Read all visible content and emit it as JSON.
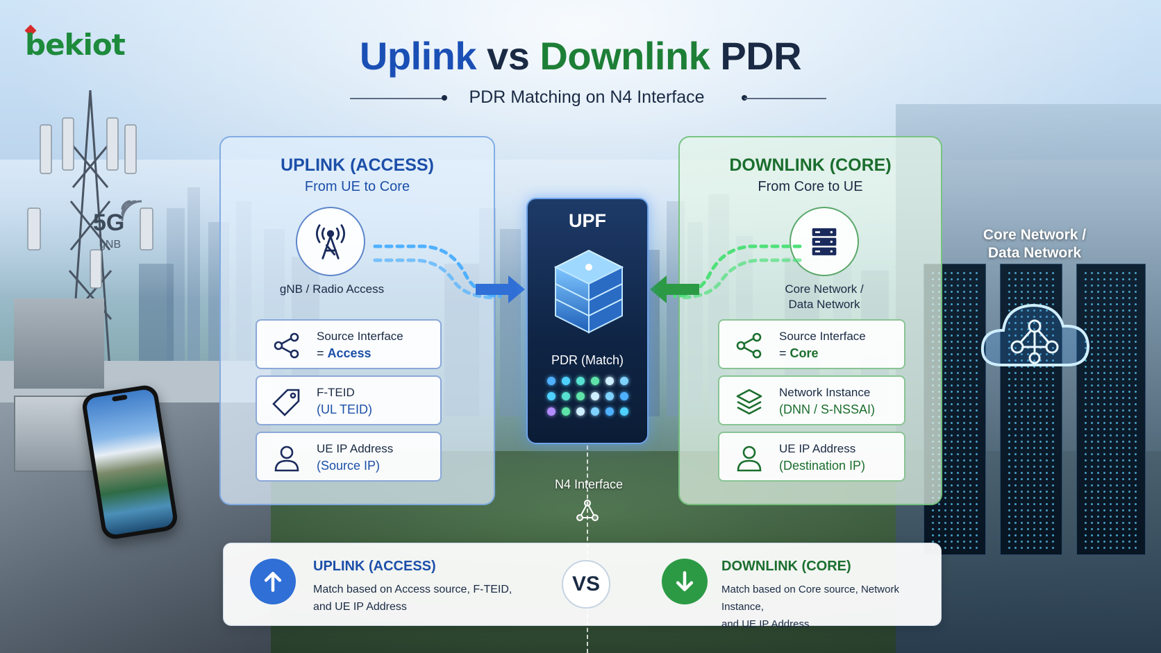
{
  "brand": {
    "logo_text": "bekiot"
  },
  "header": {
    "title_part1": "Uplink",
    "title_part2": "vs",
    "title_part3": "Downlink",
    "title_part4": "PDR",
    "subtitle": "PDR Matching on N4 Interface"
  },
  "left_scene": {
    "fiveg_label": "5G",
    "gnb_label": "gNB"
  },
  "uplink": {
    "title": "UPLINK (ACCESS)",
    "subtitle": "From UE to Core",
    "icon": "radio-tower-icon",
    "icon_caption": "gNB / Radio Access",
    "rows": [
      {
        "icon": "share-nodes-icon",
        "line1": "Source Interface",
        "line2_prefix": "= ",
        "line2_value": "Access"
      },
      {
        "icon": "tag-icon",
        "line1": "F-TEID",
        "line2_prefix": "",
        "line2_value": "(UL TEID)"
      },
      {
        "icon": "user-icon",
        "line1": "UE IP Address",
        "line2_prefix": "",
        "line2_value": "(Source IP)"
      }
    ]
  },
  "upf": {
    "title": "UPF",
    "sub": "PDR (Match)",
    "n4_label": "N4 Interface"
  },
  "downlink": {
    "title": "DOWNLINK (CORE)",
    "subtitle": "From Core to UE",
    "icon": "server-icon",
    "icon_caption_line1": "Core Network /",
    "icon_caption_line2": "Data Network",
    "rows": [
      {
        "icon": "share-nodes-icon",
        "line1": "Source Interface",
        "line2_prefix": "= ",
        "line2_value": "Core"
      },
      {
        "icon": "layers-icon",
        "line1": "Network Instance",
        "line2_prefix": "",
        "line2_value": "(DNN / S-NSSAI)"
      },
      {
        "icon": "user-icon",
        "line1": "UE IP Address",
        "line2_prefix": "",
        "line2_value": "(Destination IP)"
      }
    ]
  },
  "right_scene": {
    "label_line1": "Core Network /",
    "label_line2": "Data Network"
  },
  "comparison": {
    "uplink_title": "UPLINK (ACCESS)",
    "uplink_desc_line1": "Match based on Access source, F-TEID,",
    "uplink_desc_line2": "and UE IP Address",
    "vs": "VS",
    "downlink_title": "DOWNLINK (CORE)",
    "downlink_desc_line1": "Match based on Core source, Network Instance,",
    "downlink_desc_line2": "and UE IP Address"
  },
  "colors": {
    "uplink_blue": "#1c4fa8",
    "downlink_green": "#1b6e2e",
    "upf_navy": "#0f2444",
    "accent_cyan": "#4fd1ff"
  }
}
